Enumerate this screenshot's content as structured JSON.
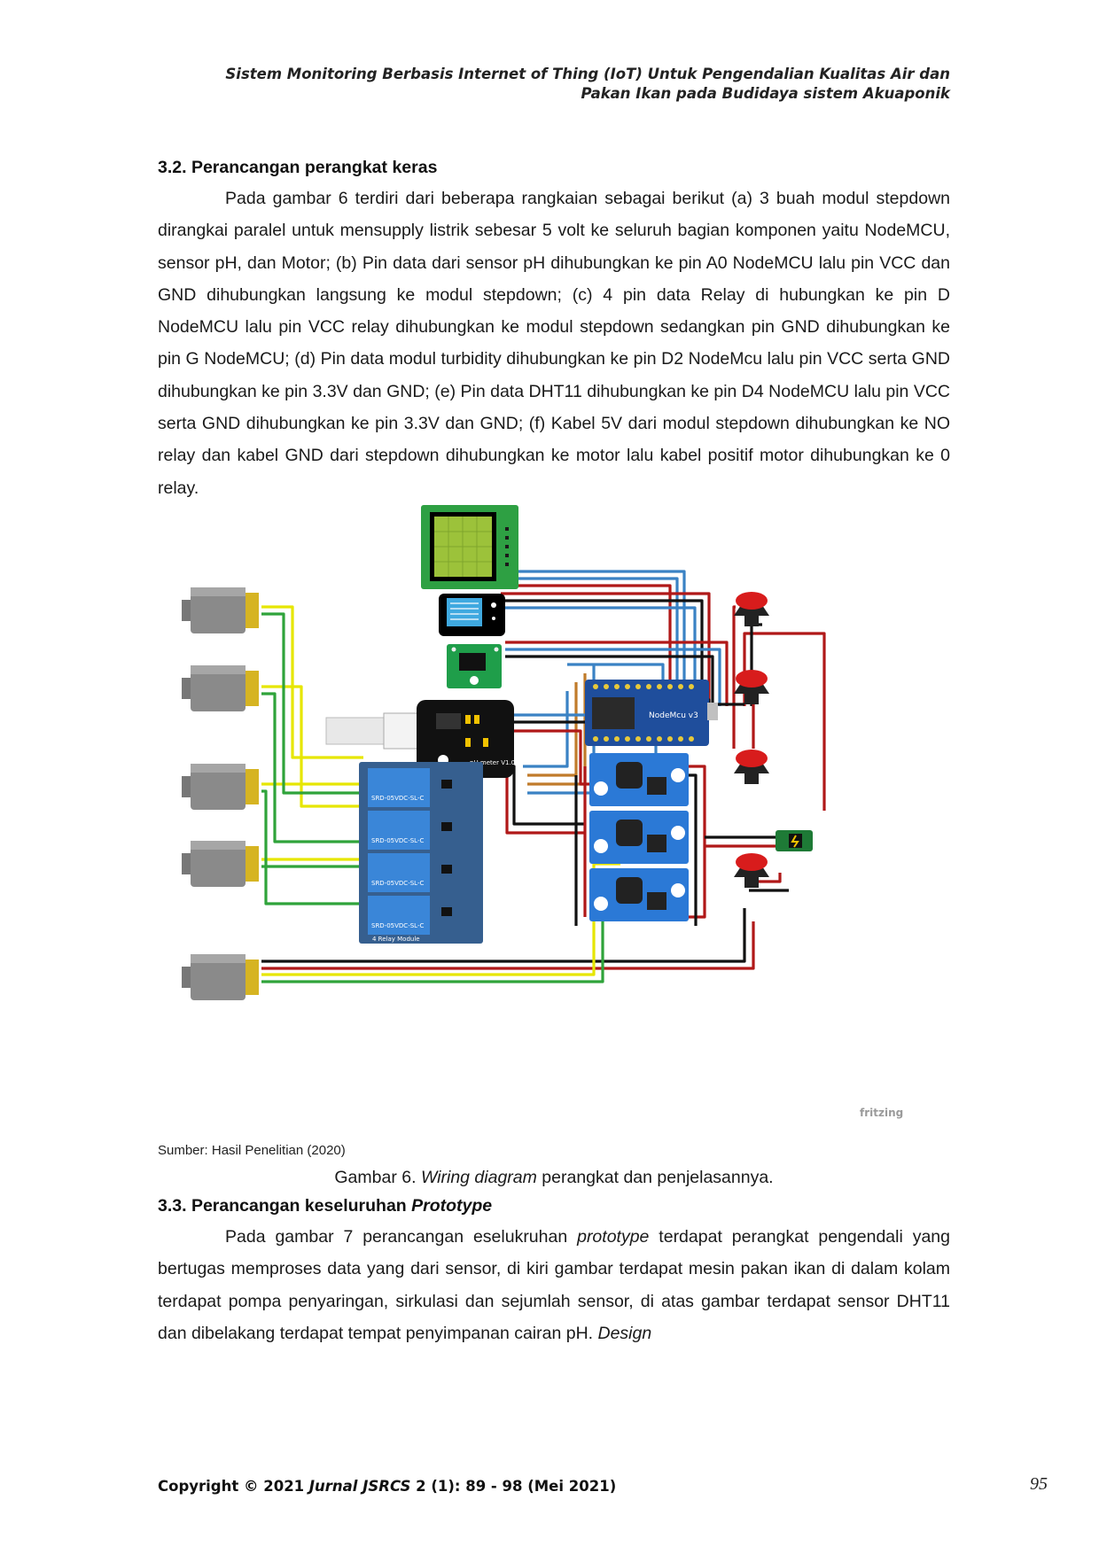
{
  "header": {
    "line1": "Sistem Monitoring Berbasis Internet of Thing (IoT) Untuk Pengendalian Kualitas Air dan",
    "line2": "Pakan Ikan pada Budidaya sistem Akuaponik"
  },
  "section_32": {
    "heading": "3.2. Perancangan perangkat keras",
    "paragraph": "Pada gambar 6 terdiri dari beberapa rangkaian sebagai berikut (a) 3 buah modul stepdown dirangkai paralel untuk mensupply listrik sebesar 5 volt ke seluruh bagian komponen yaitu NodeMCU, sensor pH, dan Motor; (b) Pin data dari sensor pH dihubungkan ke pin A0 NodeMCU lalu pin VCC dan GND dihubungkan langsung ke modul stepdown; (c) 4 pin data Relay di hubungkan ke pin D NodeMCU lalu pin VCC relay dihubungkan ke modul stepdown sedangkan pin GND dihubungkan ke pin G NodeMCU; (d) Pin data modul turbidity dihubungkan ke pin D2 NodeMcu lalu pin VCC serta GND dihubungkan ke pin 3.3V dan GND; (e) Pin data DHT11 dihubungkan ke pin D4 NodeMCU lalu pin VCC serta GND dihubungkan ke pin 3.3V dan GND; (f) Kabel 5V dari modul stepdown dihubungkan ke NO relay dan kabel GND dari stepdown dihubungkan ke motor lalu kabel positif motor dihubungkan ke 0 relay."
  },
  "figure": {
    "nodemcu_label": "NodeMcu v3",
    "relay_part": "SRD-05VDC-SL-C",
    "relay_module_label": "4 Relay Module",
    "ph_label": "pH meter V1.0",
    "fritzing_label": "fritzing",
    "source": "Sumber: Hasil Penelitian (2020)",
    "caption_prefix": "Gambar 6. ",
    "caption_italic": "Wiring diagram",
    "caption_suffix": " perangkat dan penjelasannya."
  },
  "section_33": {
    "heading_prefix": "3.3. Perancangan keseluruhan ",
    "heading_italic": "Prototype",
    "p_start": "Pada gambar 7 perancangan eselukruhan ",
    "p_italic1": "prototype",
    "p_mid": "  terdapat perangkat pengendali yang bertugas memproses data yang dari sensor, di kiri gambar terdapat mesin pakan ikan di dalam kolam terdapat pompa penyaringan, sirkulasi dan sejumlah sensor, di atas gambar terdapat sensor DHT11 dan dibelakang terdapat tempat penyimpanan cairan pH. ",
    "p_italic2": "Design"
  },
  "footer": {
    "prefix": "Copyright © 2021 ",
    "journal": "Jurnal JSRCS",
    "citation": " 2 (1): 89 - 98 (Mei 2021)",
    "page_number": "95"
  },
  "colors": {
    "wire_red": "#b01818",
    "wire_blue": "#3a82c4",
    "wire_yellow": "#e6e600",
    "wire_green": "#2fa33a",
    "wire_black": "#111111",
    "relay_blue": "#2f6fc0",
    "stepdown_blue": "#2b79d6",
    "lcd_green": "#9cc23a",
    "button_red": "#d81c1c"
  }
}
